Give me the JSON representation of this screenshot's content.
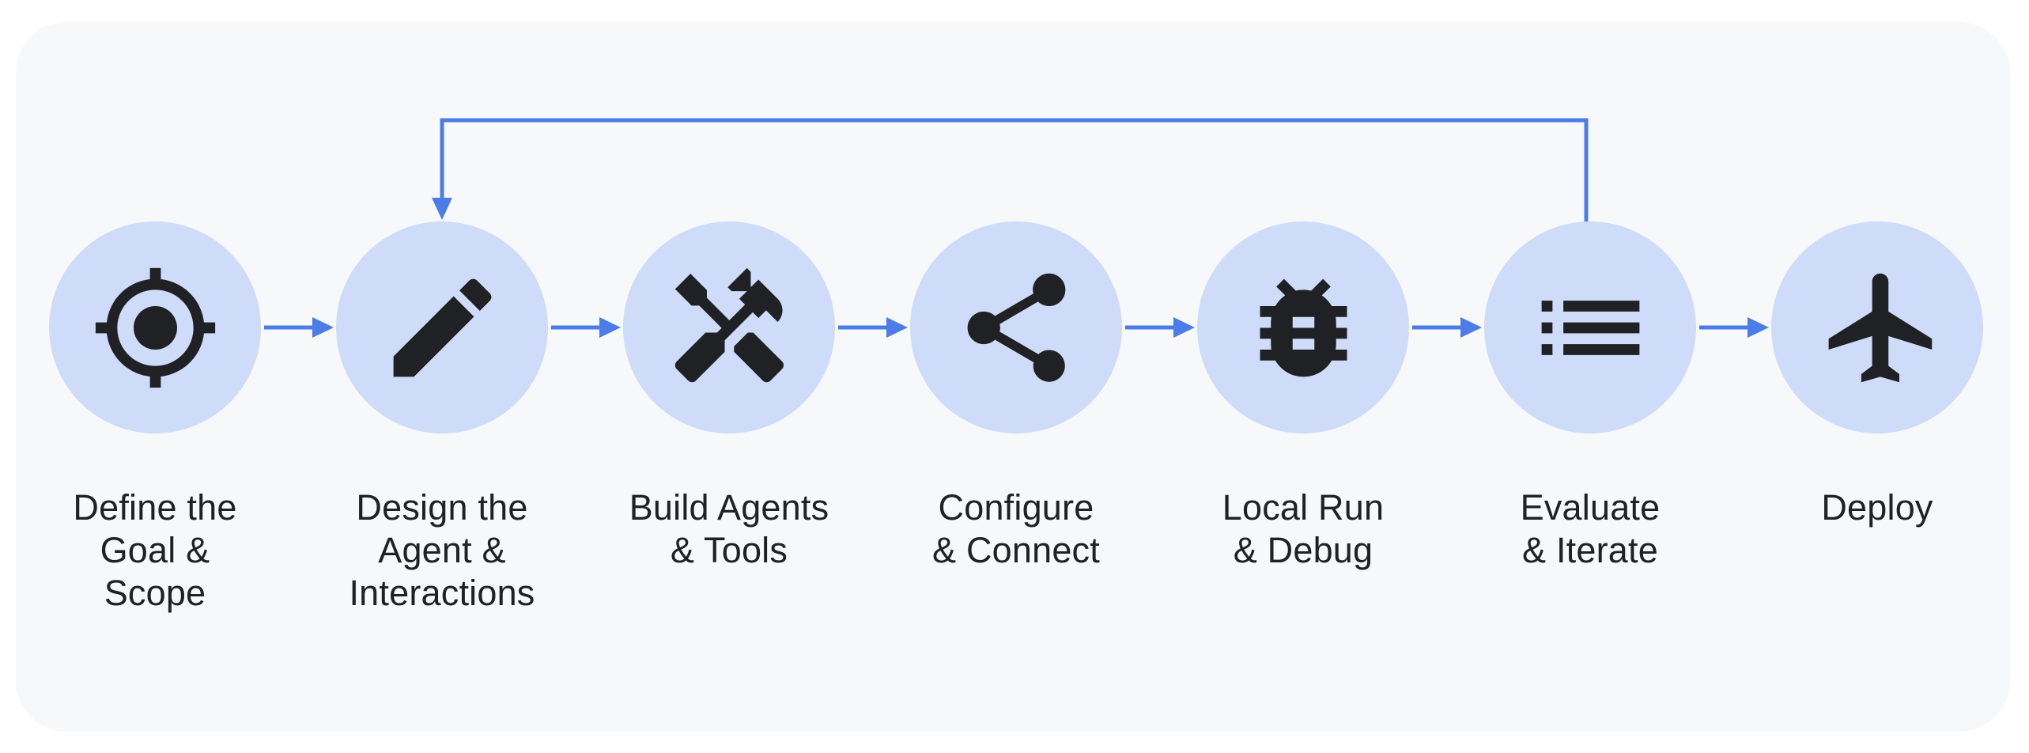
{
  "diagram": {
    "type": "flowchart",
    "direction": "left-to-right",
    "feedback_loop": {
      "from": "Evaluate & Iterate",
      "to": "Design the Agent & Interactions"
    }
  },
  "steps": [
    {
      "id": 1,
      "label": "Define the\nGoal &\nScope",
      "icon": "target-icon"
    },
    {
      "id": 2,
      "label": "Design the\nAgent &\nInteractions",
      "icon": "pencil-icon"
    },
    {
      "id": 3,
      "label": "Build Agents\n& Tools",
      "icon": "tools-icon"
    },
    {
      "id": 4,
      "label": "Configure\n& Connect",
      "icon": "share-icon"
    },
    {
      "id": 5,
      "label": "Local Run\n& Debug",
      "icon": "bug-icon"
    },
    {
      "id": 6,
      "label": "Evaluate\n& Iterate",
      "icon": "list-icon"
    },
    {
      "id": 7,
      "label": "Deploy",
      "icon": "airplane-icon"
    }
  ],
  "colors": {
    "page_background": "#ffffff",
    "card_background": "#f7f8fa",
    "node_fill": "#cfdcf9",
    "icon_color": "#1f2124",
    "arrow_color": "#4b7ce8",
    "label_color": "#202124"
  }
}
